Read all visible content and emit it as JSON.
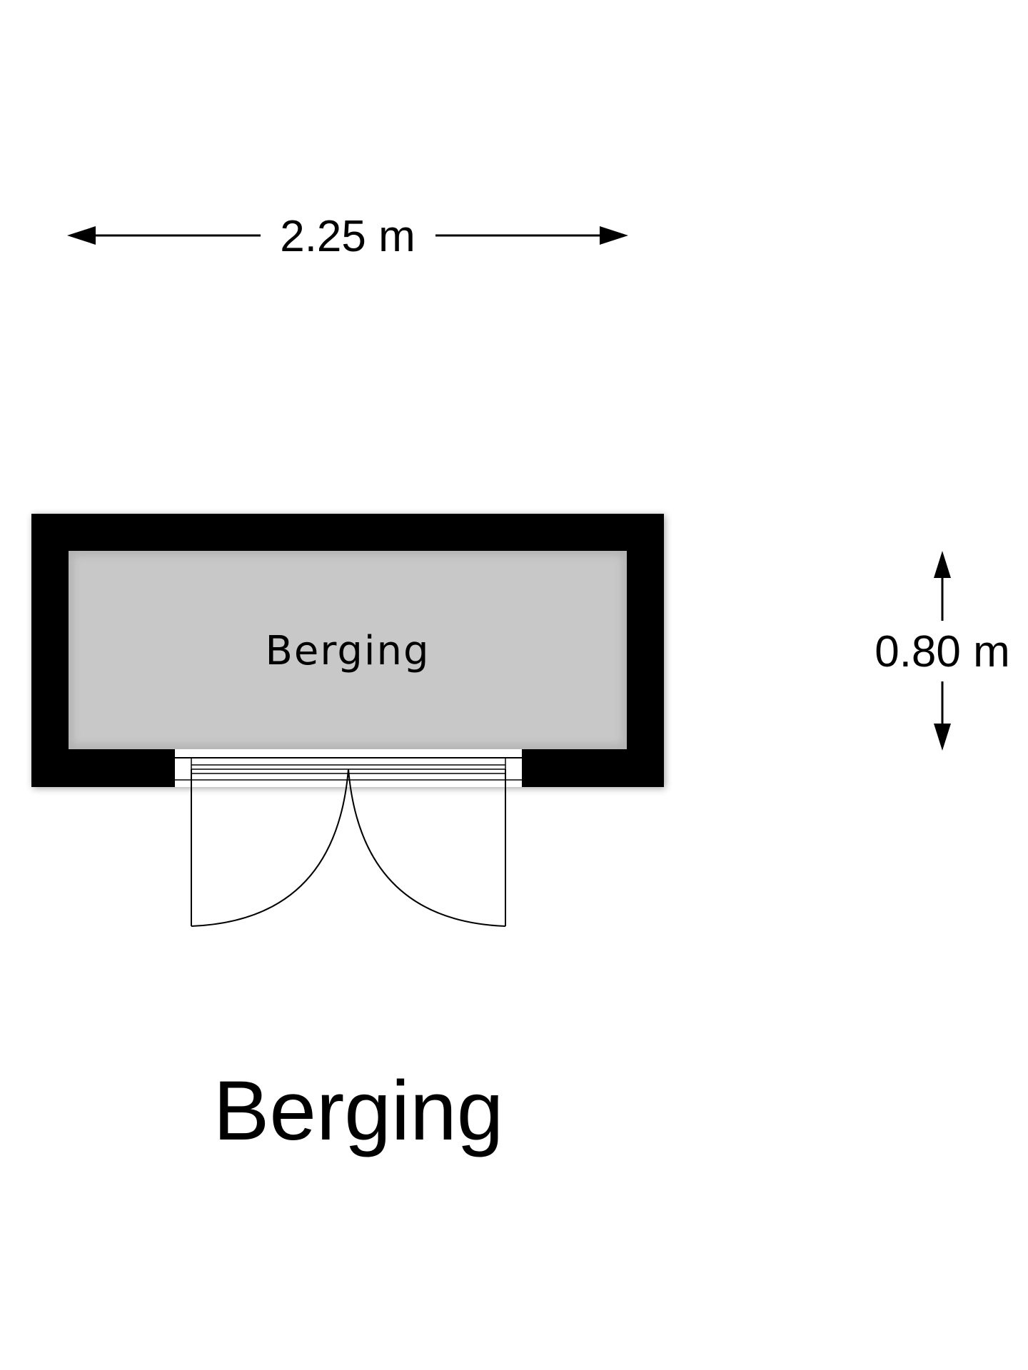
{
  "dimensions": {
    "width_label": "2.25 m",
    "depth_label": "0.80 m"
  },
  "room": {
    "label": "Berging"
  },
  "floor": {
    "title": "Berging"
  },
  "colors": {
    "wall": "#000000",
    "floor_fill": "#c8c8c8",
    "line": "#000000",
    "background": "#ffffff"
  }
}
